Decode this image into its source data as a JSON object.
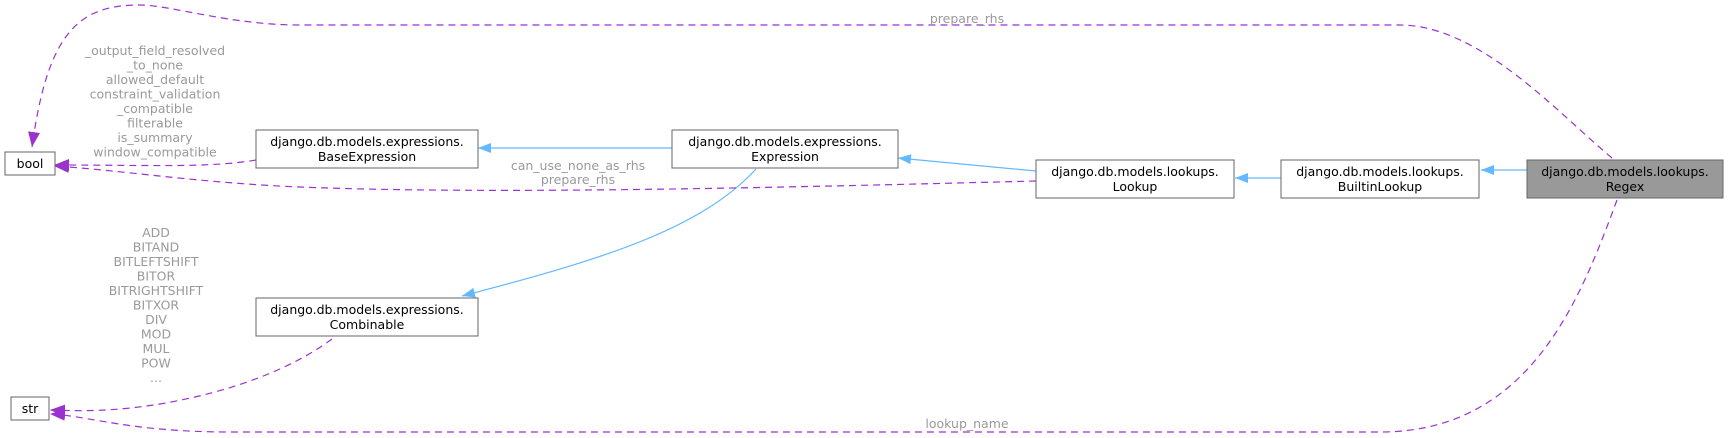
{
  "nodes": {
    "bool": {
      "lines": [
        "bool"
      ]
    },
    "str": {
      "lines": [
        "str"
      ]
    },
    "base_expression": {
      "lines": [
        "django.db.models.expressions.",
        "BaseExpression"
      ]
    },
    "expression": {
      "lines": [
        "django.db.models.expressions.",
        "Expression"
      ]
    },
    "combinable": {
      "lines": [
        "django.db.models.expressions.",
        "Combinable"
      ]
    },
    "lookup": {
      "lines": [
        "django.db.models.lookups.",
        "Lookup"
      ]
    },
    "builtin_lookup": {
      "lines": [
        "django.db.models.lookups.",
        "BuiltinLookup"
      ]
    },
    "regex": {
      "lines": [
        "django.db.models.lookups.",
        "Regex"
      ],
      "highlighted": true
    }
  },
  "edges": [
    {
      "id": "regex-to-builtin",
      "type": "inheritance",
      "from": "regex",
      "to": "builtin_lookup"
    },
    {
      "id": "builtin-to-lookup",
      "type": "inheritance",
      "from": "builtin_lookup",
      "to": "lookup"
    },
    {
      "id": "lookup-to-expression",
      "type": "inheritance",
      "from": "lookup",
      "to": "expression"
    },
    {
      "id": "expression-to-base",
      "type": "inheritance",
      "from": "expression",
      "to": "base_expression"
    },
    {
      "id": "expression-to-combinable",
      "type": "inheritance",
      "from": "expression",
      "to": "combinable"
    },
    {
      "id": "regex-to-bool",
      "type": "usage",
      "from": "regex",
      "to": "bool",
      "labels": [
        "prepare_rhs"
      ]
    },
    {
      "id": "base-to-bool",
      "type": "usage",
      "from": "base_expression",
      "to": "bool",
      "labels": [
        "_output_field_resolved",
        "_to_none",
        "allowed_default",
        "constraint_validation",
        "_compatible",
        "filterable",
        "is_summary",
        "window_compatible"
      ]
    },
    {
      "id": "lookup-to-bool",
      "type": "usage",
      "from": "lookup",
      "to": "bool",
      "labels": [
        "can_use_none_as_rhs",
        "prepare_rhs"
      ]
    },
    {
      "id": "combinable-to-str",
      "type": "usage",
      "from": "combinable",
      "to": "str",
      "labels": [
        "ADD",
        "BITAND",
        "BITLEFTSHIFT",
        "BITOR",
        "BITRIGHTSHIFT",
        "BITXOR",
        "DIV",
        "MOD",
        "MUL",
        "POW",
        "..."
      ]
    },
    {
      "id": "regex-to-str",
      "type": "usage",
      "from": "regex",
      "to": "str",
      "labels": [
        "lookup_name"
      ]
    }
  ],
  "colors": {
    "node_fill": "#ffffff",
    "node_highlight_fill": "#999999",
    "node_border": "#666666",
    "inheritance_edge": "#63b8ff",
    "usage_edge": "#9a32cd",
    "edge_label": "#9a9a9a"
  }
}
